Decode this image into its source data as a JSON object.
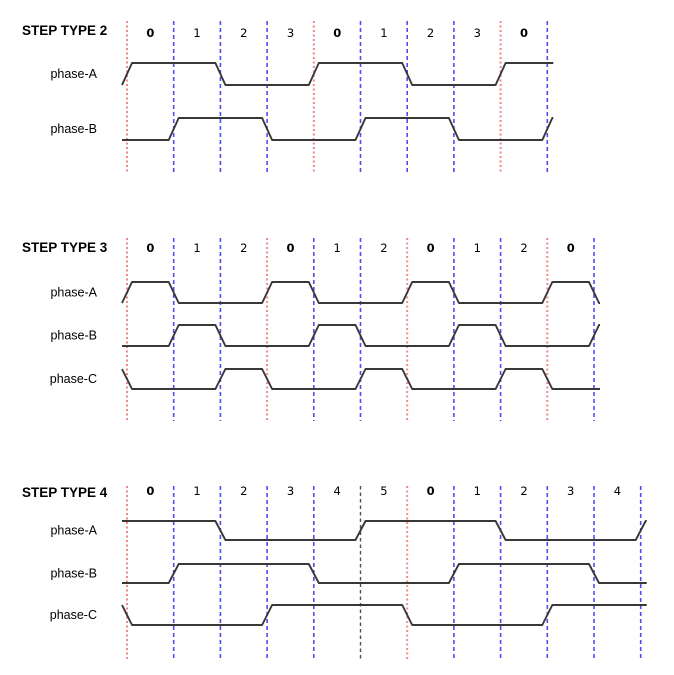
{
  "colors": {
    "period_start_line": "#ef8a8a",
    "step_line": "#4d4df5",
    "special_line": "#4f4f4f",
    "waveform": "#383838",
    "text": "#000000"
  },
  "chart_data": [
    {
      "type": "line",
      "subtype": "digital-timing-waveform",
      "title": "STEP TYPE 2",
      "cells": [
        "0",
        "1",
        "2",
        "3",
        "0",
        "1",
        "2",
        "3",
        "0"
      ],
      "bold_cell_value": "0",
      "boundary_colors": [
        "red",
        "blue",
        "blue",
        "blue",
        "red",
        "blue",
        "blue",
        "blue",
        "red",
        "blue"
      ],
      "phases": [
        {
          "name": "phase-A",
          "pre": 0,
          "levels": [
            1,
            1,
            0,
            0,
            1,
            1,
            0,
            0,
            1
          ],
          "post": 1
        },
        {
          "name": "phase-B",
          "pre": 0,
          "levels": [
            0,
            1,
            1,
            0,
            0,
            1,
            1,
            0,
            0
          ],
          "post": 1
        }
      ]
    },
    {
      "type": "line",
      "subtype": "digital-timing-waveform",
      "title": "STEP TYPE 3",
      "cells": [
        "0",
        "1",
        "2",
        "0",
        "1",
        "2",
        "0",
        "1",
        "2",
        "0"
      ],
      "bold_cell_value": "0",
      "boundary_colors": [
        "red",
        "blue",
        "blue",
        "red",
        "blue",
        "blue",
        "red",
        "blue",
        "blue",
        "red",
        "blue"
      ],
      "phases": [
        {
          "name": "phase-A",
          "pre": 0,
          "levels": [
            1,
            0,
            0,
            1,
            0,
            0,
            1,
            0,
            0,
            1
          ],
          "post": 0
        },
        {
          "name": "phase-B",
          "pre": 0,
          "levels": [
            0,
            1,
            0,
            0,
            1,
            0,
            0,
            1,
            0,
            0
          ],
          "post": 1
        },
        {
          "name": "phase-C",
          "pre": 1,
          "levels": [
            0,
            0,
            1,
            0,
            0,
            1,
            0,
            0,
            1,
            0
          ],
          "post": 0
        }
      ]
    },
    {
      "type": "line",
      "subtype": "digital-timing-waveform",
      "title": "STEP TYPE 4",
      "cells": [
        "0",
        "1",
        "2",
        "3",
        "4",
        "5",
        "0",
        "1",
        "2",
        "3",
        "4"
      ],
      "bold_cell_value": "0",
      "boundary_colors": [
        "red",
        "blue",
        "blue",
        "blue",
        "blue",
        "black",
        "red",
        "blue",
        "blue",
        "blue",
        "blue",
        "blue"
      ],
      "phases": [
        {
          "name": "phase-A",
          "pre": 1,
          "levels": [
            1,
            1,
            0,
            0,
            0,
            1,
            1,
            1,
            0,
            0,
            0
          ],
          "post": 1
        },
        {
          "name": "phase-B",
          "pre": 0,
          "levels": [
            0,
            1,
            1,
            1,
            0,
            0,
            0,
            1,
            1,
            1,
            0
          ],
          "post": 0
        },
        {
          "name": "phase-C",
          "pre": 1,
          "levels": [
            0,
            0,
            0,
            1,
            1,
            1,
            0,
            0,
            0,
            1,
            1
          ],
          "post": 1
        }
      ]
    }
  ]
}
